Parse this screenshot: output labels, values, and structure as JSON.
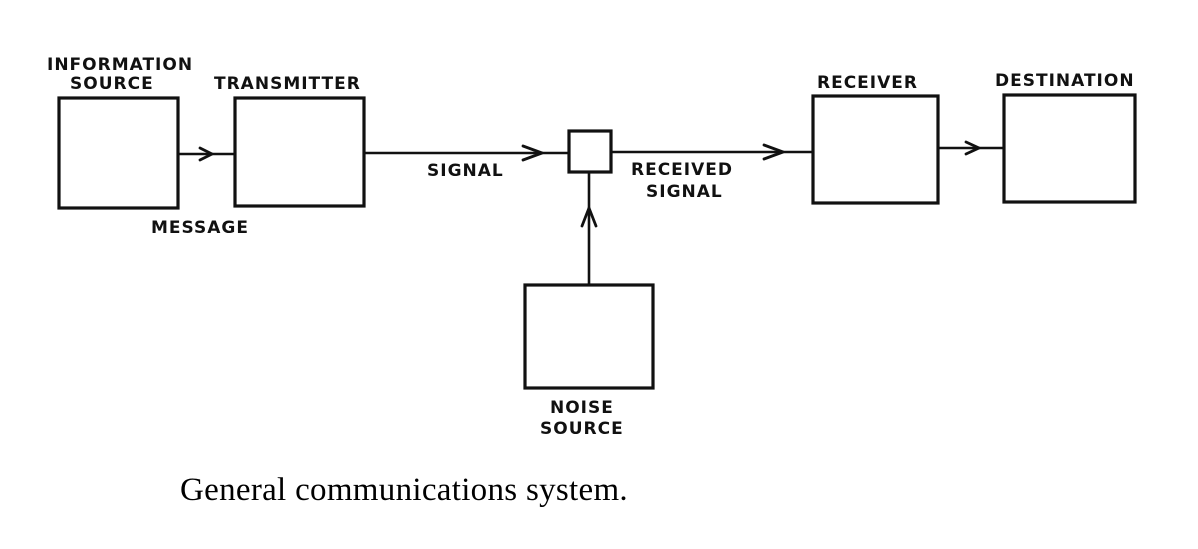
{
  "diagram": {
    "title": "Shannon communication model",
    "nodes": {
      "information_source": {
        "label_line1": "INFORMATION",
        "label_line2": "SOURCE"
      },
      "transmitter": {
        "label": "TRANSMITTER"
      },
      "noise_junction": {
        "label": ""
      },
      "noise_source": {
        "label_line1": "NOISE",
        "label_line2": "SOURCE"
      },
      "receiver": {
        "label": "RECEIVER"
      },
      "destination": {
        "label": "DESTINATION"
      }
    },
    "edges": {
      "message": {
        "from": "information_source",
        "to": "transmitter",
        "label": "MESSAGE"
      },
      "signal": {
        "from": "transmitter",
        "to": "noise_junction",
        "label": "SIGNAL"
      },
      "received_signal": {
        "from": "noise_junction",
        "to": "receiver",
        "label_line1": "RECEIVED",
        "label_line2": "SIGNAL"
      },
      "noise": {
        "from": "noise_source",
        "to": "noise_junction",
        "label": ""
      },
      "output": {
        "from": "receiver",
        "to": "destination",
        "label": ""
      }
    }
  },
  "caption": "General communications system.",
  "colors": {
    "ink": "#111111",
    "background": "#ffffff"
  }
}
